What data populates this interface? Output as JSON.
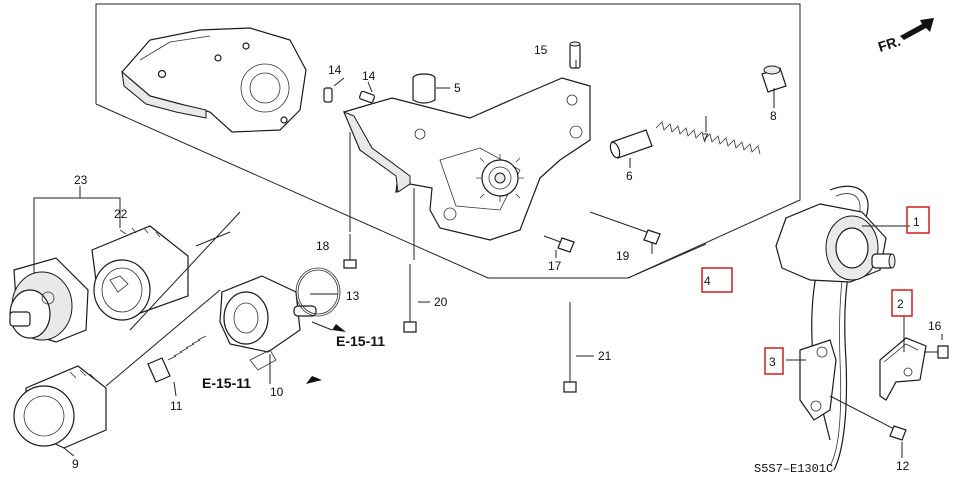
{
  "diagram": {
    "front_label": "FR.",
    "diagram_code": "S5S7–E1301C",
    "references": [
      "E-15-11",
      "E-15-11"
    ],
    "callouts": [
      {
        "id": "c1",
        "label": "1",
        "highlight": true
      },
      {
        "id": "c2",
        "label": "2",
        "highlight": true
      },
      {
        "id": "c3",
        "label": "3",
        "highlight": true
      },
      {
        "id": "c4",
        "label": "4",
        "highlight": true
      },
      {
        "id": "c5",
        "label": "5"
      },
      {
        "id": "c6",
        "label": "6"
      },
      {
        "id": "c7",
        "label": "7"
      },
      {
        "id": "c8",
        "label": "8"
      },
      {
        "id": "c9",
        "label": "9"
      },
      {
        "id": "c10",
        "label": "10"
      },
      {
        "id": "c11",
        "label": "11"
      },
      {
        "id": "c12",
        "label": "12"
      },
      {
        "id": "c13",
        "label": "13"
      },
      {
        "id": "c14a",
        "label": "14"
      },
      {
        "id": "c14b",
        "label": "14"
      },
      {
        "id": "c15",
        "label": "15"
      },
      {
        "id": "c16",
        "label": "16"
      },
      {
        "id": "c17",
        "label": "17"
      },
      {
        "id": "c18",
        "label": "18"
      },
      {
        "id": "c19",
        "label": "19"
      },
      {
        "id": "c20",
        "label": "20"
      },
      {
        "id": "c21",
        "label": "21"
      },
      {
        "id": "c22",
        "label": "22"
      },
      {
        "id": "c23",
        "label": "23"
      }
    ]
  }
}
